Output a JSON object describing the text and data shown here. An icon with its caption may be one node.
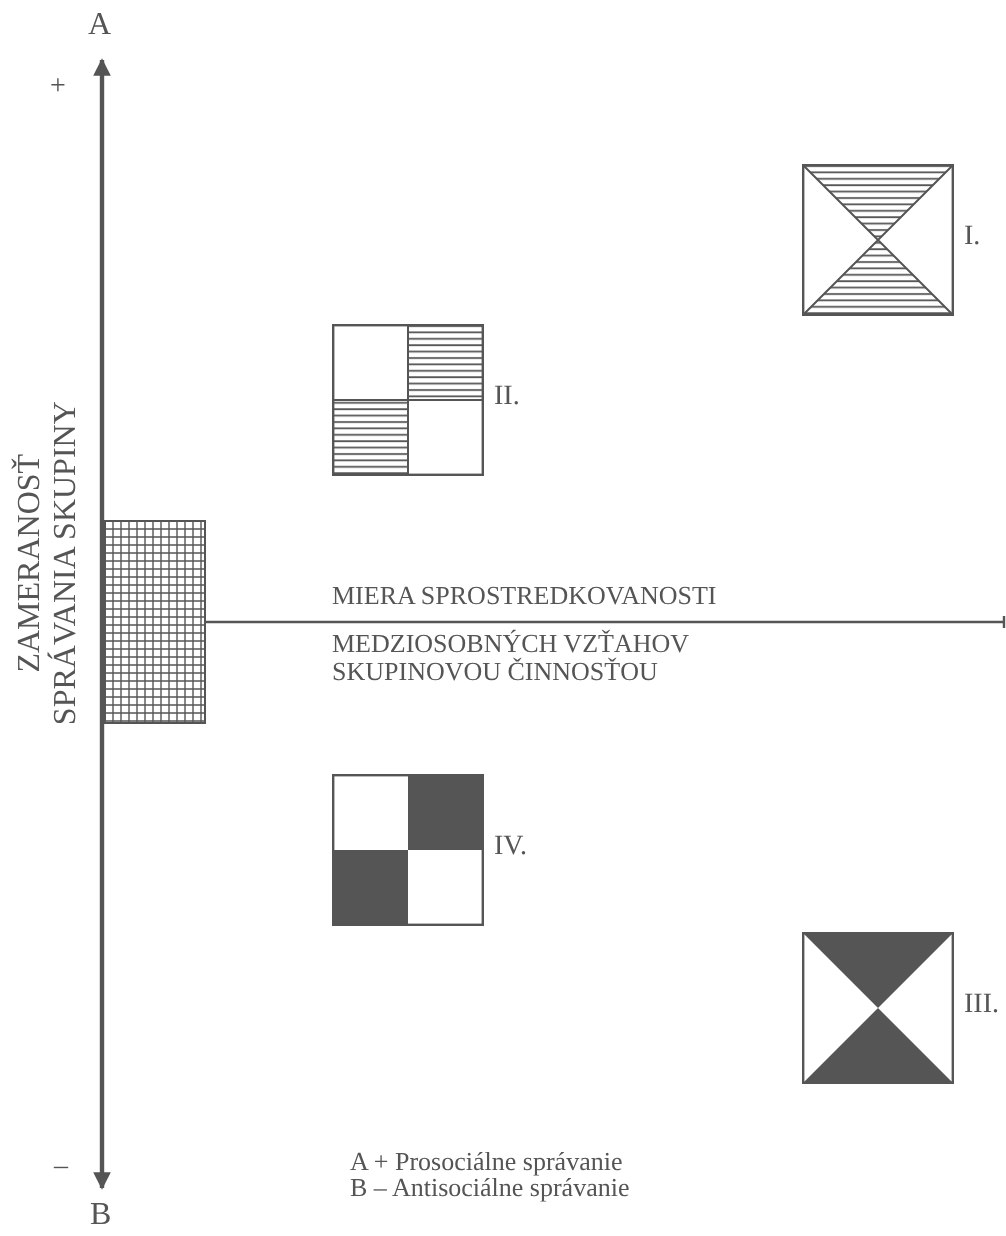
{
  "diagram": {
    "nodes": [
      {
        "text": [],
        "shape": "box",
        "beside": [
          "I."
        ]
      },
      {
        "text": [],
        "shape": "box",
        "beside": [
          "II."
        ]
      },
      {
        "text": [],
        "shape": "box"
      },
      {
        "text": [],
        "shape": "box",
        "beside": [
          "IV."
        ]
      },
      {
        "text": [],
        "shape": "box",
        "beside": [
          "III."
        ]
      }
    ],
    "edges": [],
    "labels": [
      "A",
      "+",
      "ZAMERANOSŤ SPRÁVANIA SKUPINY",
      "MIERA SPROSTREDKOVANOSTI",
      "MEDZIOSOBNÝCH VZŤAHOV SKUPINOVOU ČINNOSŤOU",
      "–",
      "B",
      "A +  Prosociálne správanie",
      "B –  Antisociálne správanie"
    ]
  }
}
